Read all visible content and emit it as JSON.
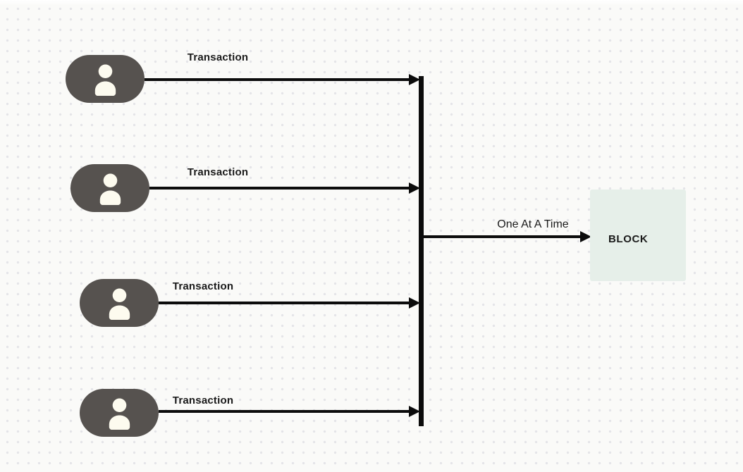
{
  "transactions": [
    {
      "label": "Transaction"
    },
    {
      "label": "Transaction"
    },
    {
      "label": "Transaction"
    },
    {
      "label": "Transaction"
    }
  ],
  "merge": {
    "label": "One At A Time"
  },
  "block": {
    "label": "BLOCK"
  },
  "colors": {
    "canvas_bg": "#fafaf8",
    "dot": "#e4e4e8",
    "avatar_bg": "#56524f",
    "avatar_icon": "#fdfbef",
    "arrow": "#0c0c0c",
    "block_bg": "#e6efe9",
    "text": "#1a1a1a"
  }
}
